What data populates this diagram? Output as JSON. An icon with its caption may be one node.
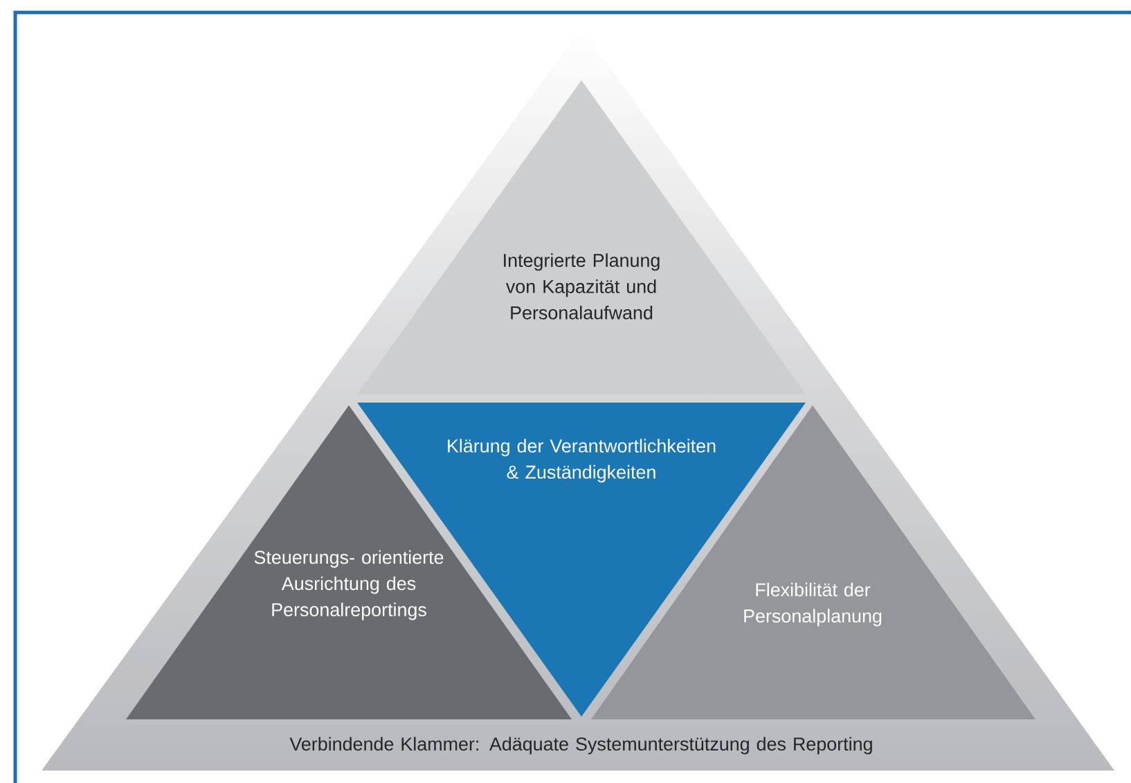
{
  "diagram": {
    "nodes": [
      {
        "text": [
          "Verbindende Klammer: Adäquate Systemunterstützung des Reporting"
        ]
      },
      {
        "text": [
          "Integrierte Planung von Kapazität und Personalaufwand"
        ]
      },
      {
        "text": [
          "Klärung der Verantwortlichkeiten & Zuständigkeiten"
        ]
      },
      {
        "text": [
          "Steuerungs- orientierte Ausrichtung des Personalreportings"
        ]
      },
      {
        "text": [
          "Flexibilität der Personalplanung"
        ]
      }
    ]
  }
}
